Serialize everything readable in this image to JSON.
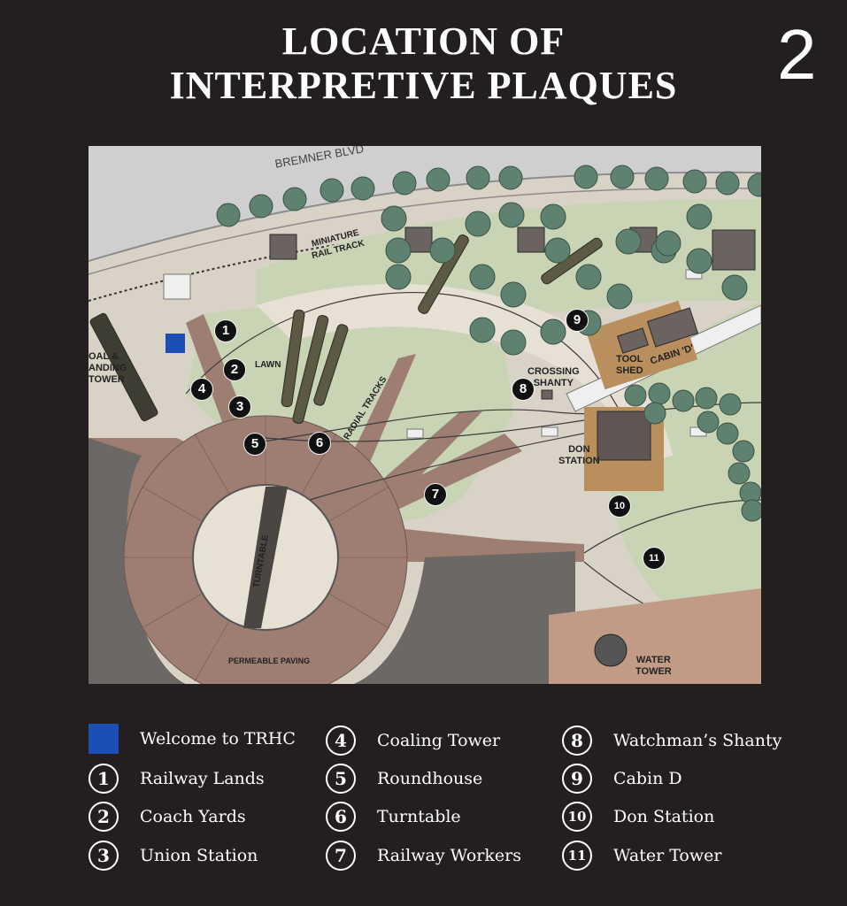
{
  "header": {
    "title_line1": "LOCATION OF",
    "title_line2": "INTERPRETIVE PLAQUES",
    "page_number": "2"
  },
  "map_labels": {
    "street": "BREMNER BLVD",
    "miniature_rail_1": "MINIATURE",
    "miniature_rail_2": "RAIL TRACK",
    "lawn": "LAWN",
    "radial_tracks": "RADIAL TRACKS",
    "turntable": "TURNTABLE",
    "permeable_paving": "PERMEABLE PAVING",
    "coaling_tower_1": "OAL &",
    "coaling_tower_2": "ANDING",
    "coaling_tower_3": "TOWER",
    "crossing_shanty_1": "CROSSING",
    "crossing_shanty_2": "SHANTY",
    "tool_shed_1": "TOOL",
    "tool_shed_2": "SHED",
    "cabin_d": "CABIN 'D'",
    "don_station_1": "DON",
    "don_station_2": "STATION",
    "water_tower_1": "WATER",
    "water_tower_2": "TOWER"
  },
  "markers": [
    "1",
    "2",
    "3",
    "4",
    "5",
    "6",
    "7",
    "8",
    "9",
    "10",
    "11"
  ],
  "legend": {
    "welcome": {
      "label": "Welcome to TRHC",
      "color": "#1c4fb5"
    },
    "items": [
      {
        "num": "1",
        "label": "Railway Lands"
      },
      {
        "num": "2",
        "label": "Coach Yards"
      },
      {
        "num": "3",
        "label": "Union Station"
      },
      {
        "num": "4",
        "label": "Coaling Tower"
      },
      {
        "num": "5",
        "label": "Roundhouse"
      },
      {
        "num": "6",
        "label": "Turntable"
      },
      {
        "num": "7",
        "label": "Railway Workers"
      },
      {
        "num": "8",
        "label": "Watchman’s Shanty"
      },
      {
        "num": "9",
        "label": "Cabin D"
      },
      {
        "num": "10",
        "label": "Don Station"
      },
      {
        "num": "11",
        "label": "Water Tower"
      }
    ]
  },
  "colors": {
    "background": "#231f20",
    "lawn": "#c9d4b4",
    "paving": "#9e7d72",
    "roundhouse_roof": "#6c6866",
    "tree": "#5a7a68",
    "walkway": "#e4ded2",
    "welcome_marker": "#1c4fb5"
  },
  "icons": [
    "plaque-marker-icon",
    "welcome-square-icon",
    "tree-icon",
    "building-icon"
  ]
}
